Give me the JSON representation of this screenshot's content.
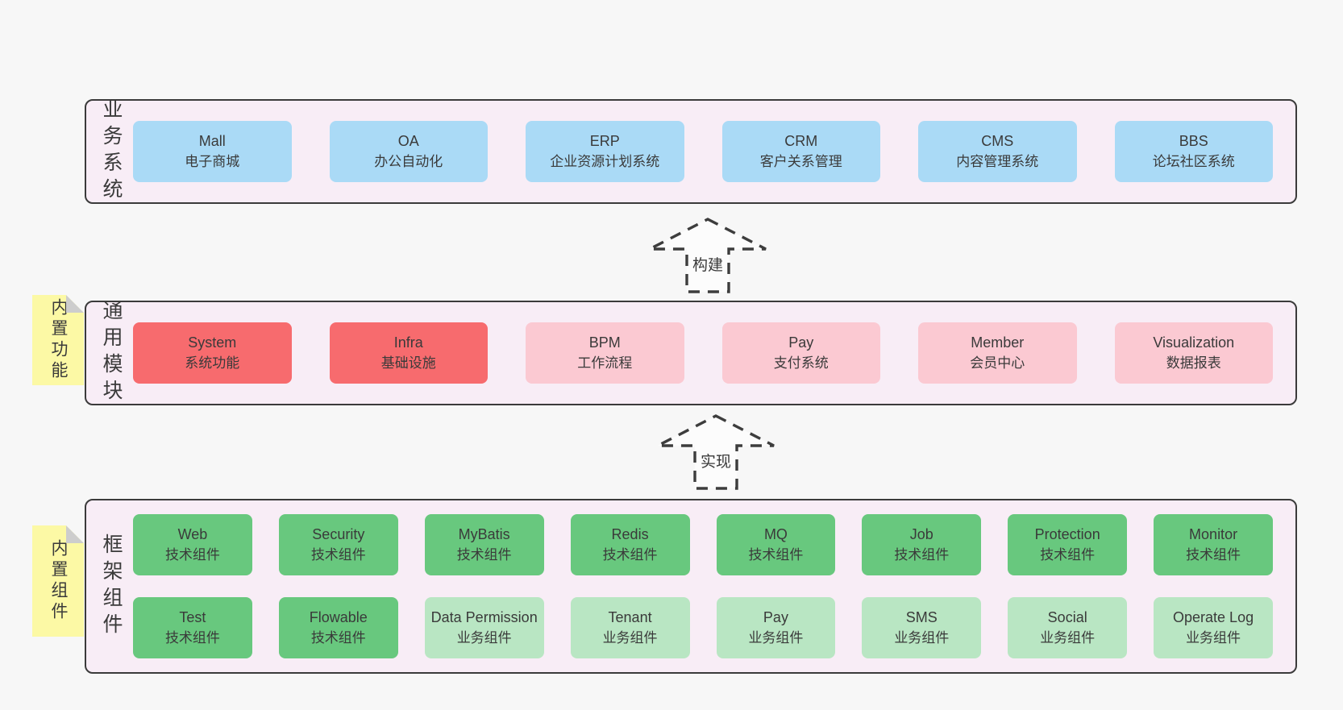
{
  "colors": {
    "page_bg": "#f7f7f7",
    "container_bg": "#f8edf6",
    "container_border": "#3b3b3b",
    "blue": "#aadaf6",
    "red": "#f76b6e",
    "pink": "#fbc9d2",
    "green": "#68c87e",
    "lightgreen": "#b9e6c3",
    "note_bg": "#fcf9a5",
    "note_fold": "#cdcdcd",
    "text": "#3a3a3a"
  },
  "sections": [
    {
      "key": "business-systems",
      "side_label": "业务系统",
      "note": null,
      "rows": [
        [
          {
            "en": "Mall",
            "zh": "电子商城",
            "variant": "blue"
          },
          {
            "en": "OA",
            "zh": "办公自动化",
            "variant": "blue"
          },
          {
            "en": "ERP",
            "zh": "企业资源计划系统",
            "variant": "blue"
          },
          {
            "en": "CRM",
            "zh": "客户关系管理",
            "variant": "blue"
          },
          {
            "en": "CMS",
            "zh": "内容管理系统",
            "variant": "blue"
          },
          {
            "en": "BBS",
            "zh": "论坛社区系统",
            "variant": "blue"
          }
        ]
      ]
    },
    {
      "key": "common-modules",
      "side_label": "通用模块",
      "note": "内置功能",
      "rows": [
        [
          {
            "en": "System",
            "zh": "系统功能",
            "variant": "red"
          },
          {
            "en": "Infra",
            "zh": "基础设施",
            "variant": "red"
          },
          {
            "en": "BPM",
            "zh": "工作流程",
            "variant": "pink"
          },
          {
            "en": "Pay",
            "zh": "支付系统",
            "variant": "pink"
          },
          {
            "en": "Member",
            "zh": "会员中心",
            "variant": "pink"
          },
          {
            "en": "Visualization",
            "zh": "数据报表",
            "variant": "pink"
          }
        ]
      ]
    },
    {
      "key": "framework-components",
      "side_label": "框架组件",
      "note": "内置组件",
      "rows": [
        [
          {
            "en": "Web",
            "zh": "技术组件",
            "variant": "green"
          },
          {
            "en": "Security",
            "zh": "技术组件",
            "variant": "green"
          },
          {
            "en": "MyBatis",
            "zh": "技术组件",
            "variant": "green"
          },
          {
            "en": "Redis",
            "zh": "技术组件",
            "variant": "green"
          },
          {
            "en": "MQ",
            "zh": "技术组件",
            "variant": "green"
          },
          {
            "en": "Job",
            "zh": "技术组件",
            "variant": "green"
          },
          {
            "en": "Protection",
            "zh": "技术组件",
            "variant": "green"
          },
          {
            "en": "Monitor",
            "zh": "技术组件",
            "variant": "green"
          }
        ],
        [
          {
            "en": "Test",
            "zh": "技术组件",
            "variant": "green"
          },
          {
            "en": "Flowable",
            "zh": "技术组件",
            "variant": "green"
          },
          {
            "en": "Data Permission",
            "zh": "业务组件",
            "variant": "lightgreen"
          },
          {
            "en": "Tenant",
            "zh": "业务组件",
            "variant": "lightgreen"
          },
          {
            "en": "Pay",
            "zh": "业务组件",
            "variant": "lightgreen"
          },
          {
            "en": "SMS",
            "zh": "业务组件",
            "variant": "lightgreen"
          },
          {
            "en": "Social",
            "zh": "业务组件",
            "variant": "lightgreen"
          },
          {
            "en": "Operate Log",
            "zh": "业务组件",
            "variant": "lightgreen"
          }
        ]
      ]
    }
  ],
  "arrows": [
    {
      "label": "构建"
    },
    {
      "label": "实现"
    }
  ]
}
